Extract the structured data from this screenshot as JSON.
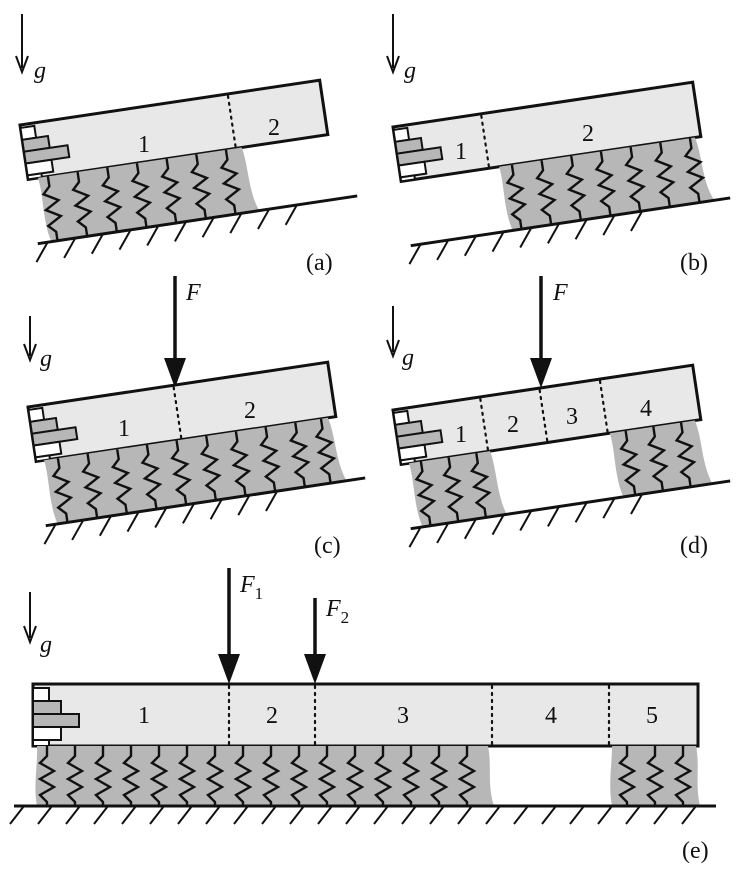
{
  "figure": {
    "panels": [
      {
        "id": "a",
        "label": "(a)",
        "gravity": "g",
        "segments": [
          "1",
          "2"
        ],
        "forces": []
      },
      {
        "id": "b",
        "label": "(b)",
        "gravity": "g",
        "segments": [
          "1",
          "2"
        ],
        "forces": []
      },
      {
        "id": "c",
        "label": "(c)",
        "gravity": "g",
        "segments": [
          "1",
          "2"
        ],
        "forces": [
          {
            "name": "F"
          }
        ]
      },
      {
        "id": "d",
        "label": "(d)",
        "gravity": "g",
        "segments": [
          "1",
          "2",
          "3",
          "4"
        ],
        "forces": [
          {
            "name": "F"
          }
        ]
      },
      {
        "id": "e",
        "label": "(e)",
        "gravity": "g",
        "segments": [
          "1",
          "2",
          "3",
          "4",
          "5"
        ],
        "forces": [
          {
            "name": "F",
            "sub": "1"
          },
          {
            "name": "F",
            "sub": "2"
          }
        ]
      }
    ]
  },
  "colors": {
    "beam": "#e8e8e8",
    "foundation": "#b7b7b7",
    "line": "#111111"
  }
}
